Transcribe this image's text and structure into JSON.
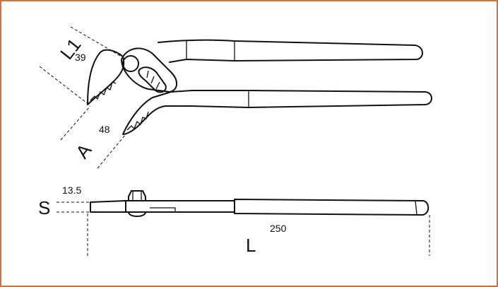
{
  "colors": {
    "frame": "#c8734a",
    "ink": "#111111"
  },
  "dimensions": {
    "L1": {
      "symbol": "L1",
      "value": "39"
    },
    "A": {
      "symbol": "A",
      "value": "48"
    },
    "S": {
      "symbol": "S",
      "value": "13.5"
    },
    "L": {
      "symbol": "L",
      "value": "250"
    }
  }
}
